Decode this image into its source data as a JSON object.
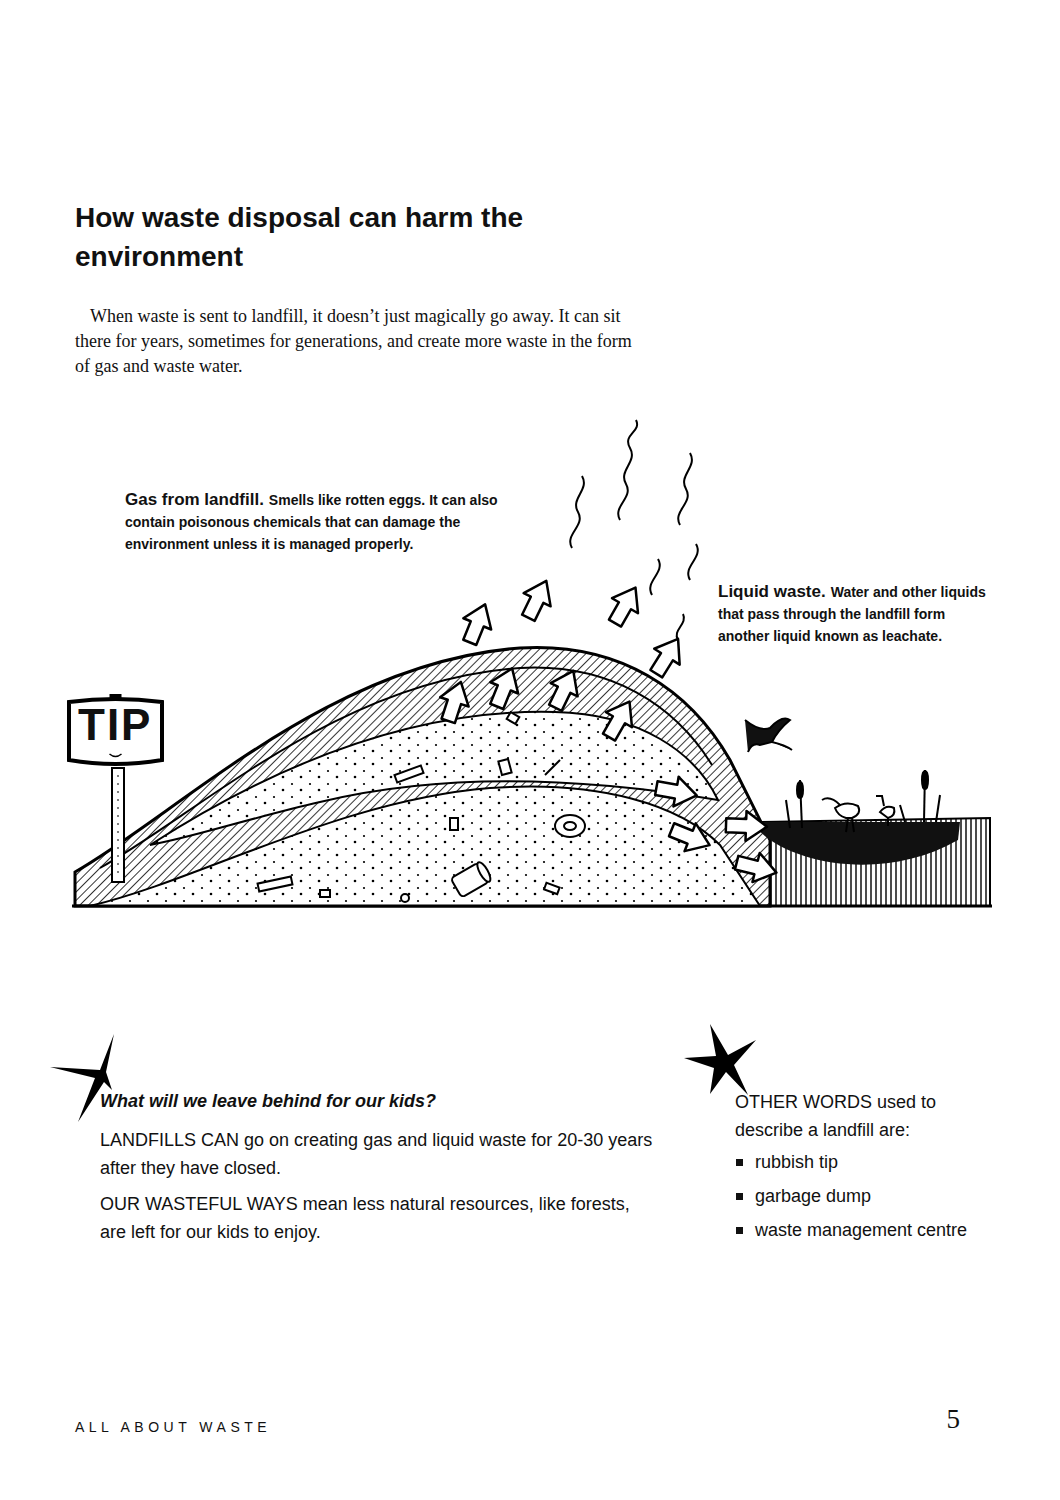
{
  "diagram": {
    "title": "How waste disposal can harm the environment",
    "nodes": [
      {
        "text": [
          "TIP"
        ]
      }
    ],
    "labels": [
      "When waste is sent to landfill, it doesn’t just magically go away. It can sit there for years, sometimes for generations, and create more waste in the form of gas and waste water.",
      "Gas from landfill.",
      "Smells like rotten eggs. It can also contain poisonous chemicals that can damage the environment unless it is managed properly.",
      "Liquid waste.",
      "Water and other liquids that pass through the landfill form another liquid known as leachate.",
      "What will we leave behind for our kids?",
      "LANDFILLS CAN go on creating gas and liquid waste for 20-30 years after they have closed.",
      "OUR WASTEFUL WAYS mean less natural resources, like forests, are left for our kids to enjoy.",
      "OTHER WORDS used to describe a landfill are:",
      "rubbish tip",
      "garbage dump",
      "waste management centre",
      "ALL ABOUT WASTE",
      "5"
    ]
  }
}
